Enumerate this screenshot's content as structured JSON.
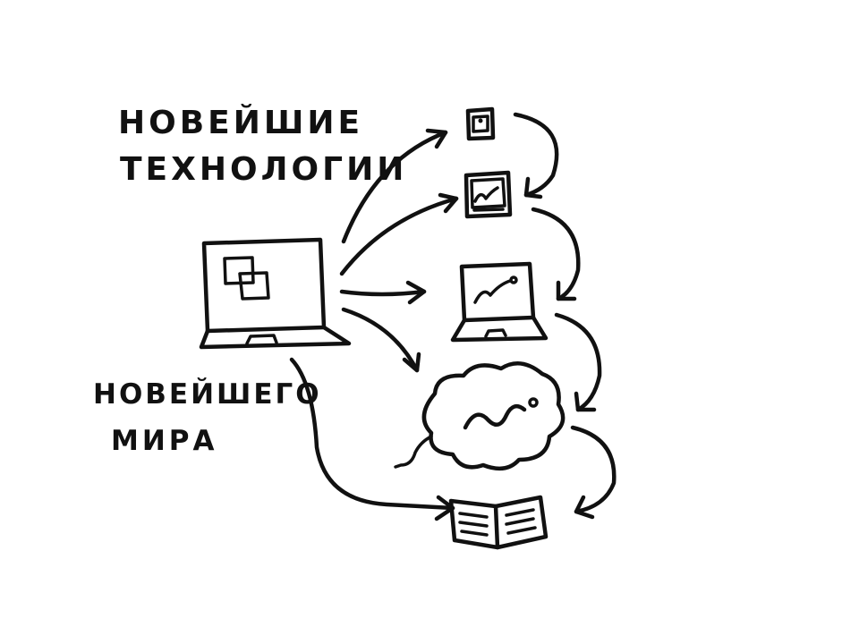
{
  "captions": {
    "technologies_line1": "НОВЕЙШИЕ",
    "technologies_line2": "ТЕХНОЛОГИИ",
    "world_line1": "НОВЕЙШЕГО",
    "world_line2": "МИРА"
  },
  "colors": {
    "ink": "#111111",
    "paper": "#ffffff"
  },
  "icons": [
    "laptop-icon",
    "phone-icon",
    "tablet-icon",
    "small-laptop-icon",
    "cloud-icon",
    "open-book-icon"
  ]
}
